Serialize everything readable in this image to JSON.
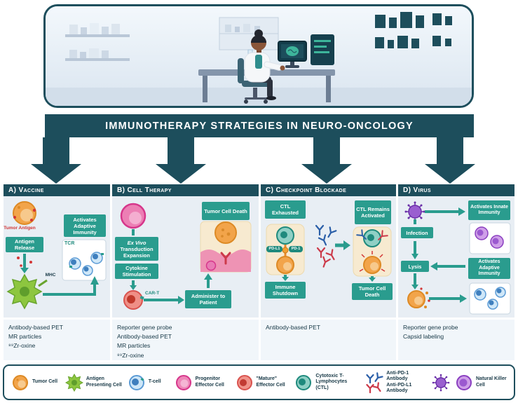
{
  "banner": {
    "title": "IMMUNOTHERAPY STRATEGIES IN NEURO-ONCOLOGY"
  },
  "panel_a": {
    "title": "A) Vaccine",
    "tumor_antigen_label": "Tumor Antigen",
    "box_antigen_release": "Antigen Release",
    "box_activates_adaptive": "Activates Adaptive Immunity",
    "label_tcr": "TCR",
    "label_mhc": "MHC",
    "notes": [
      "Antibody-based PET",
      "MR particles",
      "⁸⁹Zr-oxine"
    ]
  },
  "panel_b": {
    "title": "B) Cell Therapy",
    "box_tumor_cell_death": "Tumor Cell Death",
    "ex_vivo_lines": [
      "Ex Vivo",
      "Transduction",
      "Expansion"
    ],
    "box_cytokine": "Cytokine Stimulation",
    "label_car_t": "CAR-T",
    "box_administer": "Administer to Patient",
    "notes": [
      "Reporter gene probe",
      "Antibody-based PET",
      "MR particles",
      "⁸⁹Zr-oxine"
    ]
  },
  "panel_c": {
    "title": "C) Checkpoint Blockade",
    "box_ctl_exhausted": "CTL Exhausted",
    "box_ctl_remains": "CTL Remains Activated",
    "label_pd_l1": "PD-L1",
    "label_pd_1": "PD-1",
    "box_immune_shutdown": "Immune Shutdown",
    "box_tumor_cell_death": "Tumor Cell Death",
    "notes": [
      "Antibody-based PET"
    ]
  },
  "panel_d": {
    "title": "D) Virus",
    "box_infection": "Infection",
    "box_activates_innate": "Activates Innate Immunity",
    "box_lysis": "Lysis",
    "box_activates_adaptive": "Activates Adaptive Immunity",
    "notes": [
      "Reporter gene probe",
      "Capsid labeling"
    ]
  },
  "legend": {
    "tumor_cell": "Tumor Cell",
    "apc": "Antigen Presenting Cell",
    "t_cell": "T-cell",
    "progenitor": "Progenitor Effector Cell",
    "mature": "\"Mature\" Effector Cell",
    "ctl": "Cytotoxic T-Lymphocytes (CTL)",
    "anti_pd1": "Anti-PD-1 Antibody",
    "anti_pdl1": "Anti-PD-L1 Antibody",
    "nk": "Natural Killer Cell"
  },
  "colors": {
    "dark_teal": "#1d4e5c",
    "teal_green": "#2a9c8e",
    "panel_bg": "#e8eef4",
    "tumor_orange": "#f2a44a",
    "apc_green": "#8dc63f",
    "t_cell_blue": "#5b9bd5",
    "progenitor_pink": "#d6368b",
    "mature_red": "#d9534f",
    "ctl_teal": "#1f8a7d",
    "antibody_blue": "#2b5fa8",
    "antibody_red": "#cc3a4a",
    "virus_purple": "#8a4fc8",
    "nk_purple": "#9b59d0"
  }
}
